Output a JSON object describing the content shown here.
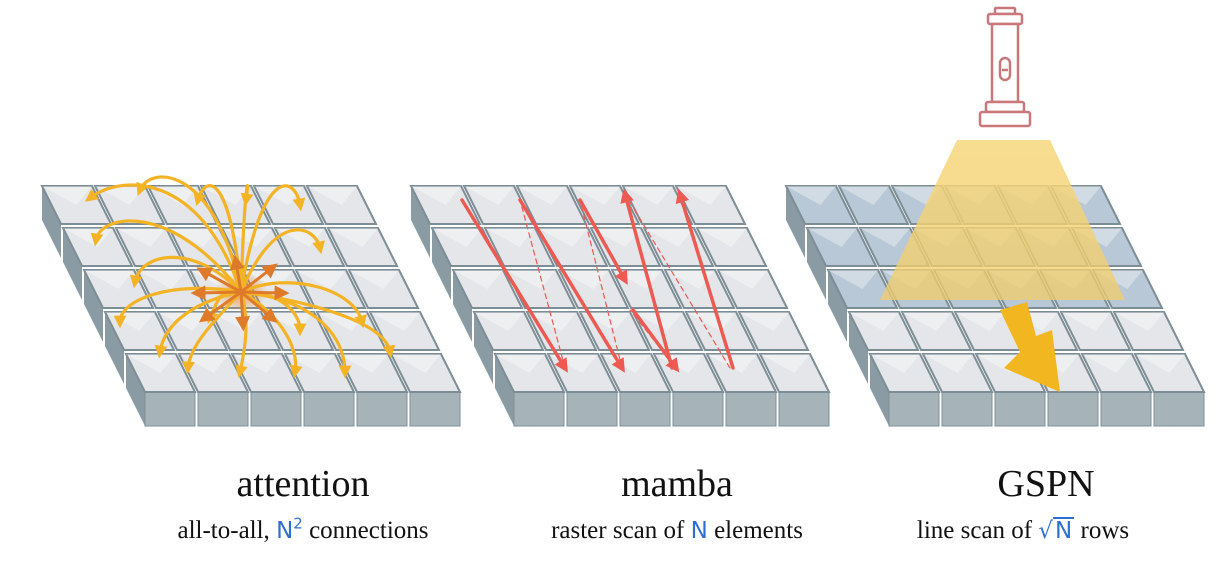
{
  "panels": [
    {
      "id": "attention",
      "title": "attention",
      "caption_pre": "all-to-all, ",
      "caption_symbol": "N",
      "caption_superscript": "2",
      "caption_post": " connections"
    },
    {
      "id": "mamba",
      "title": "mamba",
      "caption_pre": "raster scan of ",
      "caption_symbol": "N",
      "caption_post": " elements"
    },
    {
      "id": "gspn",
      "title": "GSPN",
      "caption_pre": "line scan of ",
      "caption_symbol": "N",
      "caption_radical": "√",
      "caption_post": " rows"
    }
  ],
  "colors": {
    "tile_top": "#e4e6ea",
    "tile_side": "#8a9ba3",
    "tile_front": "#a6b4ba",
    "attention_arrows": "#f3b324",
    "attention_inner": "#de7a2a",
    "mamba_arrows": "#ec5a52",
    "gspn_light_beam": "#f4d37a",
    "gspn_scanned": "#b8c8d6",
    "gspn_arrow": "#f2b620",
    "flashlight": "#c9777a",
    "symbol_highlight": "#2f6fd1"
  },
  "icons": [
    "flashlight-icon",
    "scan-direction-arrow-icon"
  ]
}
